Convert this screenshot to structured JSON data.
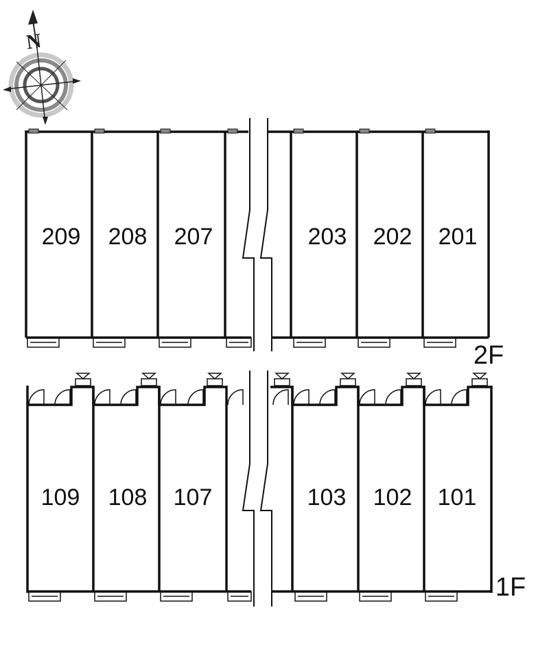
{
  "compass": {
    "north_label": "N"
  },
  "floors": [
    {
      "label": "2F",
      "units": [
        "209",
        "208",
        "207",
        "203",
        "202",
        "201"
      ]
    },
    {
      "label": "1F",
      "units": [
        "109",
        "108",
        "107",
        "103",
        "102",
        "101"
      ]
    }
  ]
}
